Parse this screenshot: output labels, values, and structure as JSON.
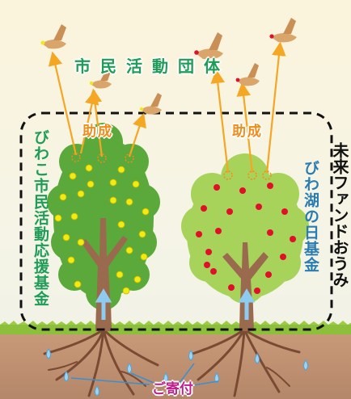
{
  "top_label": "市民活動団体",
  "grant_label": "助成",
  "left_tree_label": "びわこ市民活動応援基金",
  "right_tree_label": "びわ湖の日基金",
  "org_label": "未来ファンドおうみ",
  "donation_label": "ご寄付",
  "colors": {
    "green_text": "#1f9c57",
    "blue_text": "#2a7db2",
    "orange_text": "#f08c1a",
    "magenta_text": "#c0208a",
    "left_foliage": "#5aa93a",
    "right_foliage": "#a8d35a",
    "yellow_fruit": "#f3ea12",
    "red_fruit": "#e0102a",
    "trunk": "#9a6a4e",
    "soil": "#b98a6a",
    "arrow": "#f5a623"
  }
}
